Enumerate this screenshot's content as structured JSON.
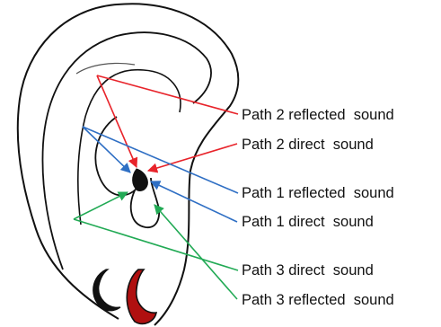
{
  "diagram": {
    "labels": [
      {
        "text": "Path 2 reflected  sound",
        "color": "#e8242b"
      },
      {
        "text": "Path 2 direct  sound",
        "color": "#e8242b"
      },
      {
        "text": "Path 1 reflected  sound",
        "color": "#2f6fc4"
      },
      {
        "text": "Path 1 direct  sound",
        "color": "#2f6fc4"
      },
      {
        "text": "Path 3 direct  sound",
        "color": "#22aa55"
      },
      {
        "text": "Path 3 reflected  sound",
        "color": "#22aa55"
      }
    ],
    "colors": {
      "outline": "#111111",
      "earring_fill": "#b01010",
      "path2": "#e8242b",
      "path1": "#2f6fc4",
      "path3": "#22aa55"
    }
  }
}
